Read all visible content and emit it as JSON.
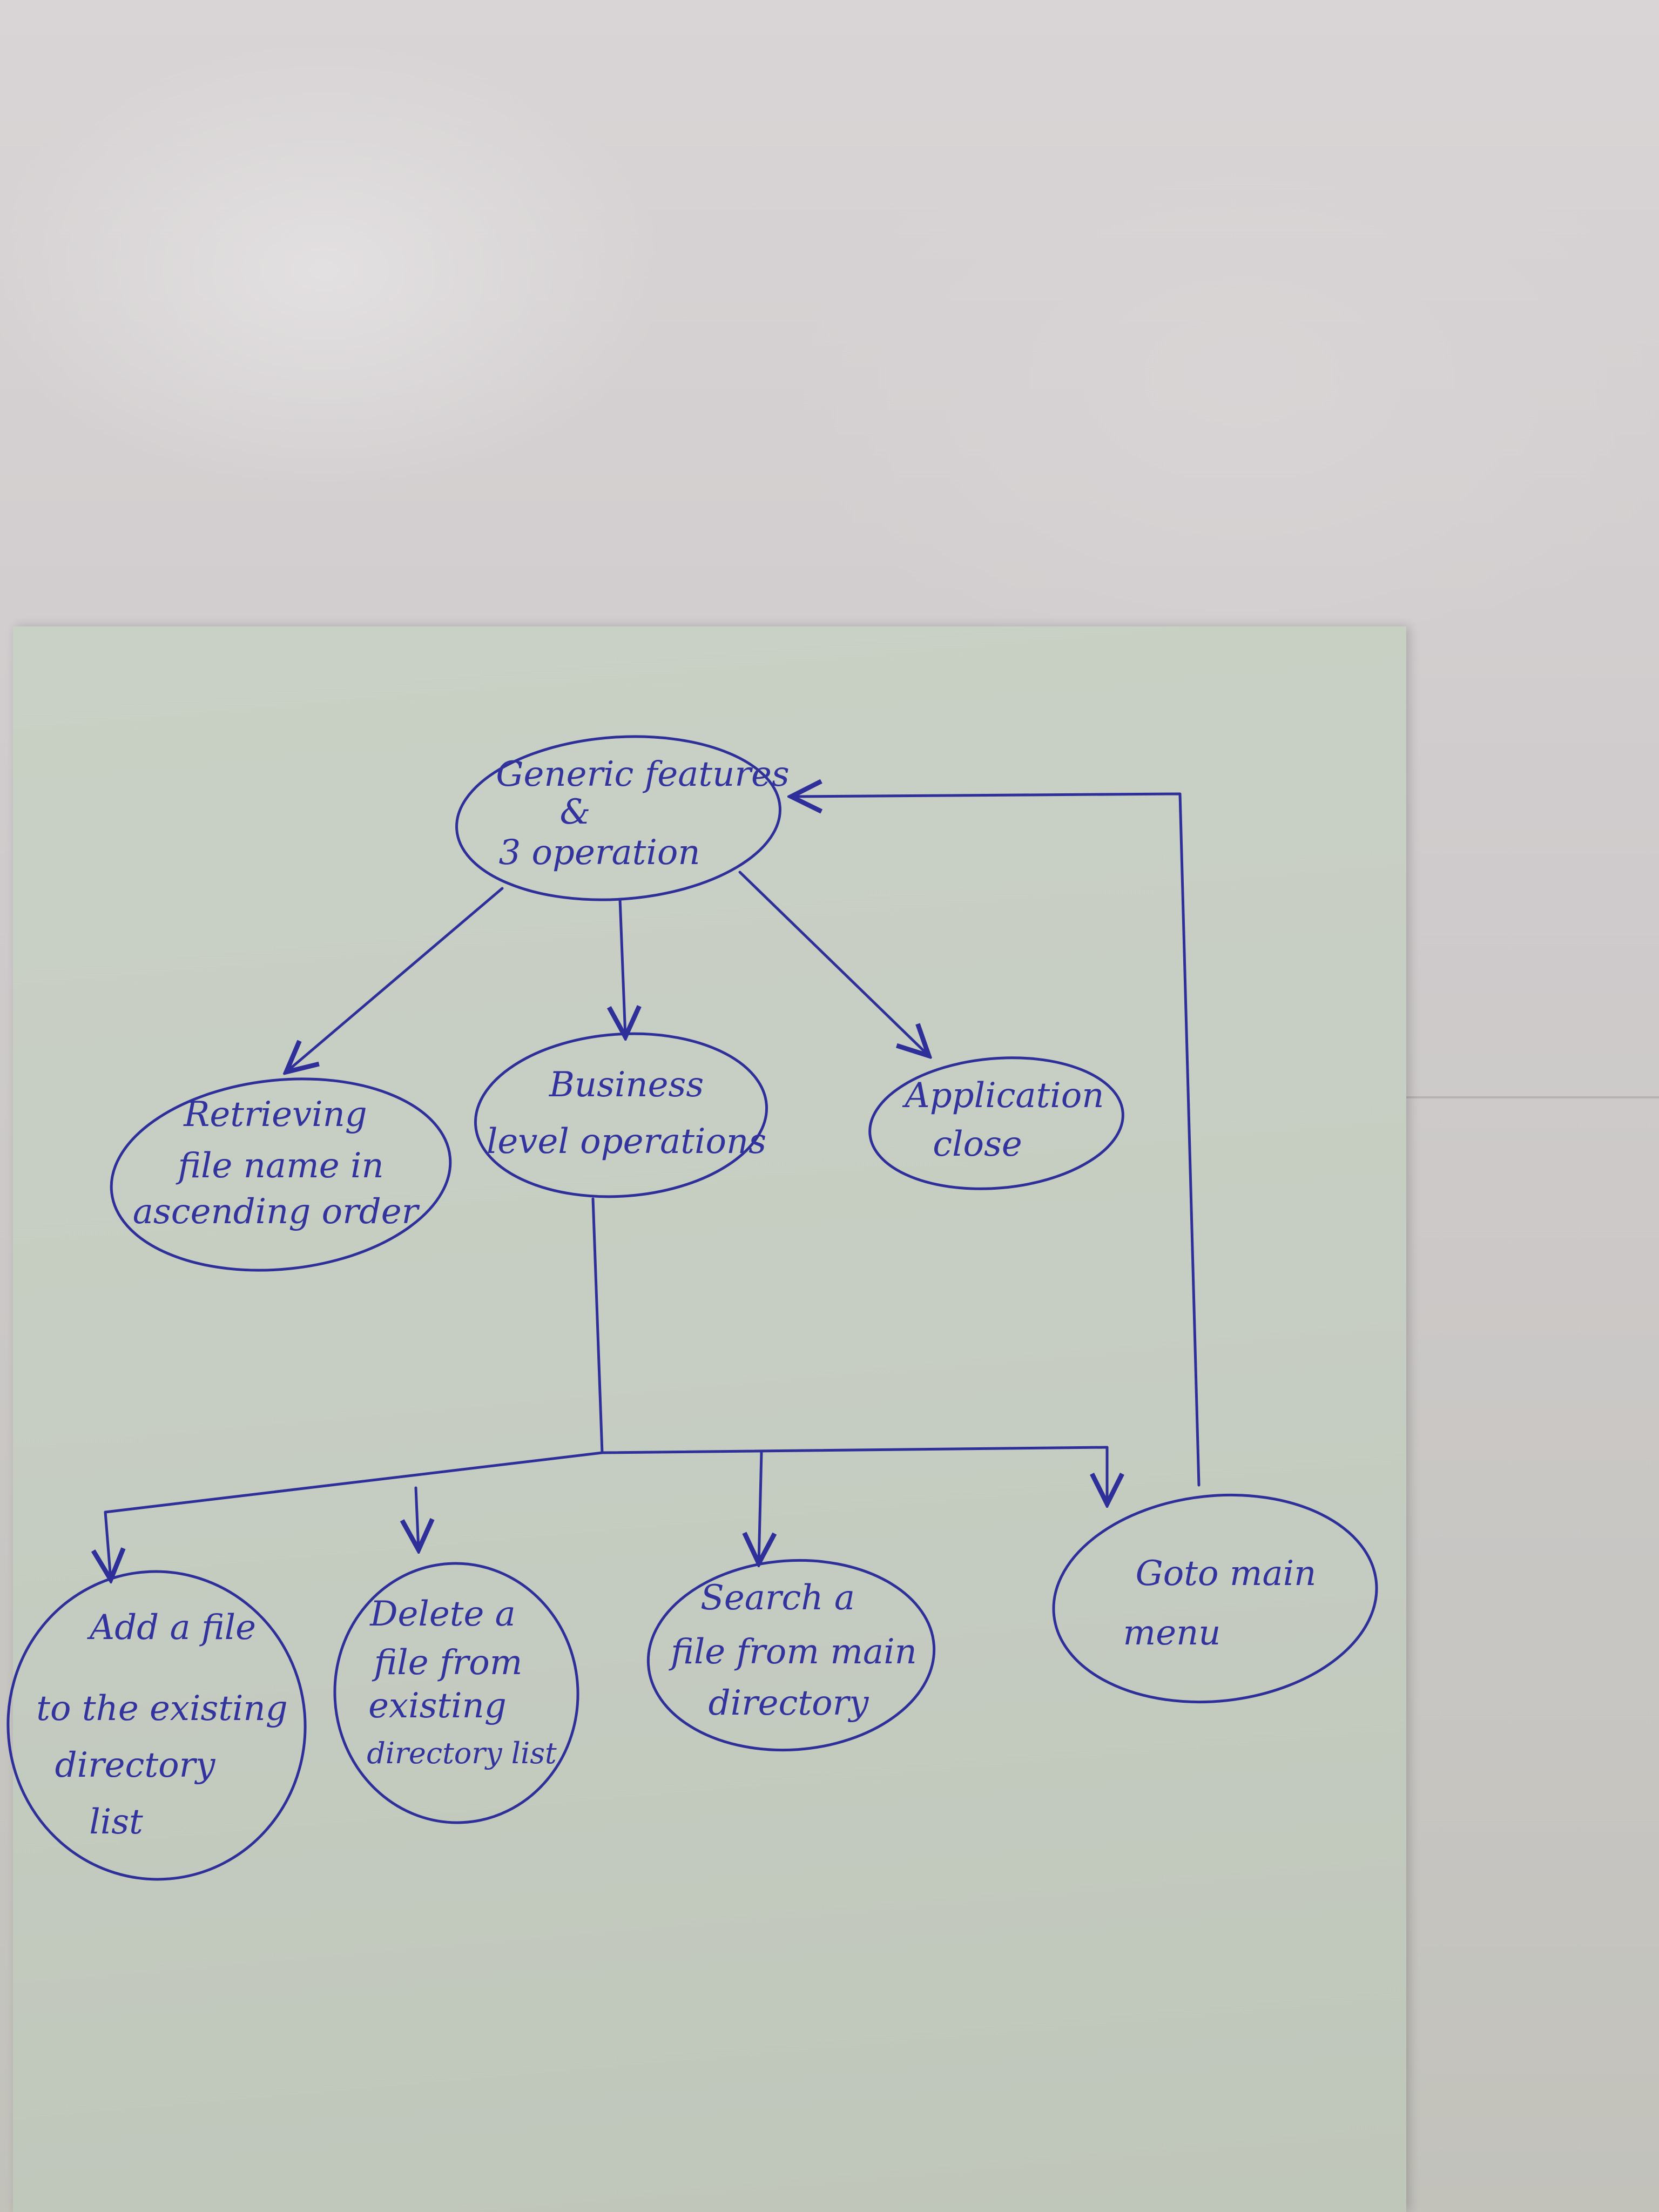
{
  "nodes": {
    "root": {
      "lines": [
        "Generic features",
        "&",
        "3 operation"
      ]
    },
    "retrieve": {
      "lines": [
        "Retrieving",
        "file name in",
        "ascending order"
      ]
    },
    "business": {
      "lines": [
        "Business",
        "level operations"
      ]
    },
    "close": {
      "lines": [
        "Application",
        "close"
      ]
    },
    "add": {
      "lines": [
        "Add a file",
        "to the existing",
        "directory",
        "list"
      ]
    },
    "delete": {
      "lines": [
        "Delete a",
        "file from",
        "existing",
        "directory list"
      ]
    },
    "search": {
      "lines": [
        "Search a",
        "file from main",
        "directory"
      ]
    },
    "goto": {
      "lines": [
        "Goto main",
        "menu"
      ]
    }
  },
  "colors": {
    "ink": "#2f2f9a",
    "paper": "#c6cdc2",
    "surface": "#d4d0cf"
  }
}
